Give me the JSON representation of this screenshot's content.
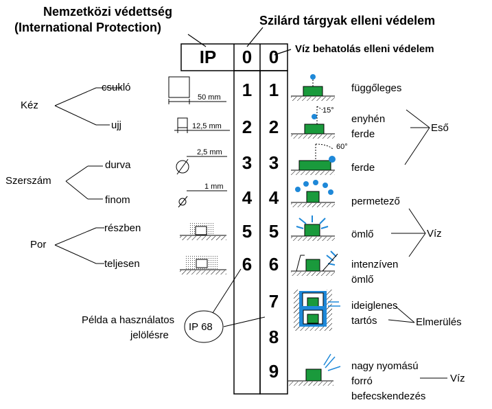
{
  "title": {
    "intl_line1": "Nemzetközi védettség",
    "intl_line2": "(International Protection)",
    "solid": "Szilárd tárgyak elleni védelem",
    "water": "Víz behatolás elleni védelem"
  },
  "header_cells": {
    "ip": "IP",
    "first_digit": "0",
    "second_digit": "0"
  },
  "solid_digits": [
    "1",
    "2",
    "3",
    "4",
    "5",
    "6"
  ],
  "water_digits": [
    "1",
    "2",
    "3",
    "4",
    "5",
    "6",
    "7",
    "8",
    "9"
  ],
  "solid_labels": {
    "hand": "Kéz",
    "wrist": "csukló",
    "finger": "ujj",
    "tool": "Szerszám",
    "coarse": "durva",
    "fine": "finom",
    "dust": "Por",
    "partial": "részben",
    "complete": "teljesen"
  },
  "dimensions": {
    "d50": "50 mm",
    "d12": "12,5 mm",
    "d2": "2,5 mm",
    "d1": "1 mm"
  },
  "angles": {
    "a15": "15°",
    "a60": "60°"
  },
  "water_labels": {
    "vertical": "függőleges",
    "slight_1": "enyhén",
    "slight_2": "ferde",
    "oblique": "ferde",
    "rain": "Eső",
    "spray": "permetező",
    "jet": "ömlő",
    "intense_1": "intenzíven",
    "intense_2": "ömlő",
    "water_group": "Víz",
    "temporary": "ideiglenes",
    "permanent": "tartós",
    "immersion": "Elmerülés",
    "hp_1": "nagy nyomású",
    "hp_2": "forró",
    "hp_3": "befecskendezés",
    "hp_water": "Víz"
  },
  "example": {
    "label_1": "Példa a használatos",
    "label_2": "jelölésre",
    "code": "IP 68"
  },
  "colors": {
    "green": "#1a9a3c",
    "blue": "#1e88d8",
    "line": "#000000"
  }
}
